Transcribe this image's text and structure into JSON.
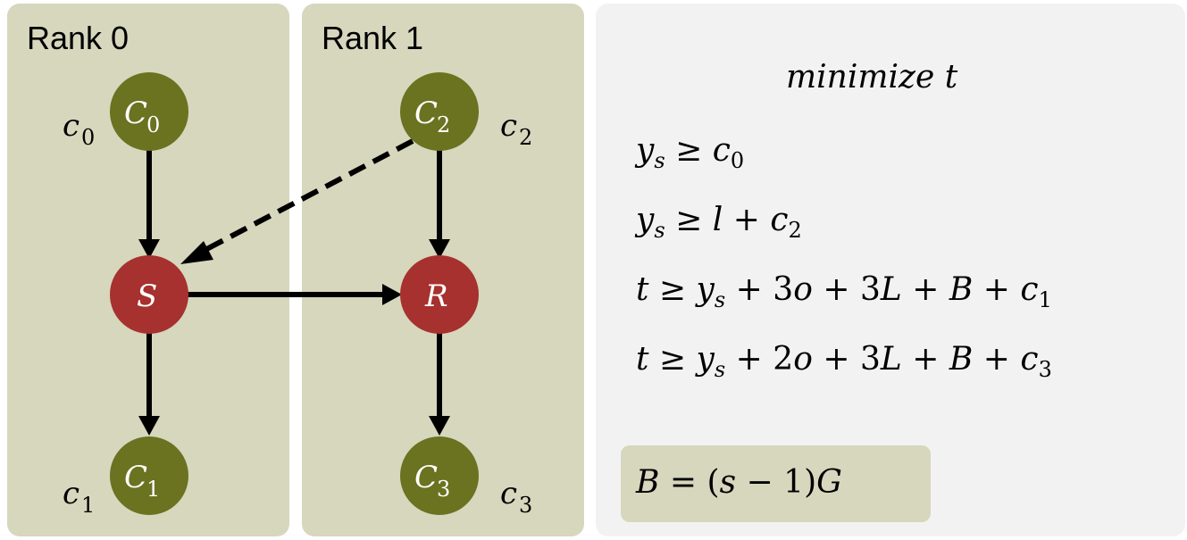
{
  "ranks": [
    {
      "title": "Rank 0"
    },
    {
      "title": "Rank 1"
    }
  ],
  "nodes": {
    "C0": {
      "letter": "C",
      "sub": "0",
      "cost": "c",
      "cost_sub": "0"
    },
    "C1": {
      "letter": "C",
      "sub": "1",
      "cost": "c",
      "cost_sub": "1"
    },
    "C2": {
      "letter": "C",
      "sub": "2",
      "cost": "c",
      "cost_sub": "2"
    },
    "C3": {
      "letter": "C",
      "sub": "3",
      "cost": "c",
      "cost_sub": "3"
    },
    "S": {
      "letter": "S"
    },
    "R": {
      "letter": "R"
    }
  },
  "edges": [
    {
      "from": "C0",
      "to": "S",
      "style": "solid"
    },
    {
      "from": "C2",
      "to": "S",
      "style": "dashed"
    },
    {
      "from": "C2",
      "to": "R",
      "style": "solid"
    },
    {
      "from": "S",
      "to": "R",
      "style": "solid"
    },
    {
      "from": "S",
      "to": "C1",
      "style": "solid"
    },
    {
      "from": "R",
      "to": "C3",
      "style": "solid"
    }
  ],
  "colors": {
    "compute_node": "#6b7220",
    "comm_node": "#a6312f",
    "rank_panel": "#d6d7bd",
    "equation_panel": "#f2f2f2"
  },
  "equations": {
    "objective": "minimize t",
    "constraints": [
      "y_s ≥ c_0",
      "y_s ≥ l + c_2",
      "t ≥ y_s + 3o + 3L + B + c_1",
      "t ≥ y_s + 2o + 3L + B + c_3"
    ],
    "highlight": "B = (s − 1)G"
  }
}
